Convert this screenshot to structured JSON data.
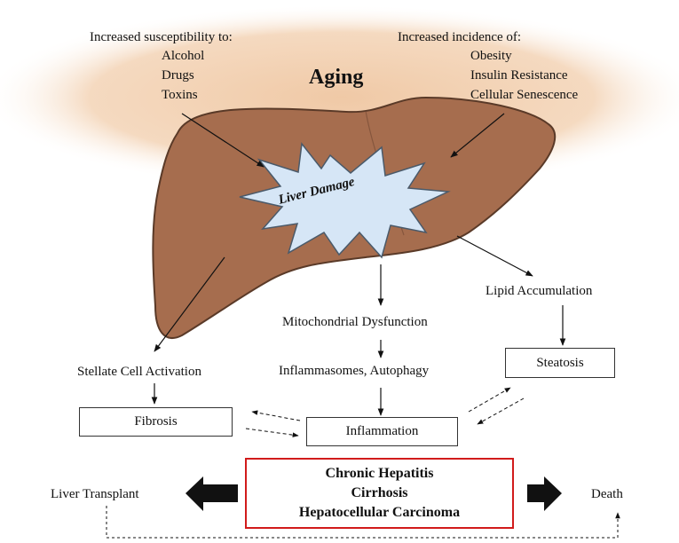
{
  "theme": {
    "liver_fill": "#a66d4e",
    "liver_stroke": "#5a3a28",
    "aging_glow": "#f0c9a6",
    "burst_fill": "#d6e6f6",
    "burst_stroke": "#4a5a6a",
    "outcome_border": "#d11b1b"
  },
  "title": "Aging",
  "susceptibility": {
    "heading": "Increased susceptibility to:",
    "items": [
      "Alcohol",
      "Drugs",
      "Toxins"
    ]
  },
  "incidence": {
    "heading": "Increased incidence of:",
    "items": [
      "Obesity",
      "Insulin Resistance",
      "Cellular Senescence"
    ]
  },
  "center_label": "Liver Damage",
  "nodes": {
    "lipid_accumulation": "Lipid Accumulation",
    "mitochondrial_dysfunction": "Mitochondrial Dysfunction",
    "steatosis": "Steatosis",
    "stellate_cell_activation": "Stellate Cell Activation",
    "inflammasomes_autophagy": "Inflammasomes, Autophagy",
    "fibrosis": "Fibrosis",
    "inflammation": "Inflammation"
  },
  "outcomes": [
    "Chronic Hepatitis",
    "Cirrhosis",
    "Hepatocellular Carcinoma"
  ],
  "endpoints": {
    "left": "Liver Transplant",
    "right": "Death"
  }
}
